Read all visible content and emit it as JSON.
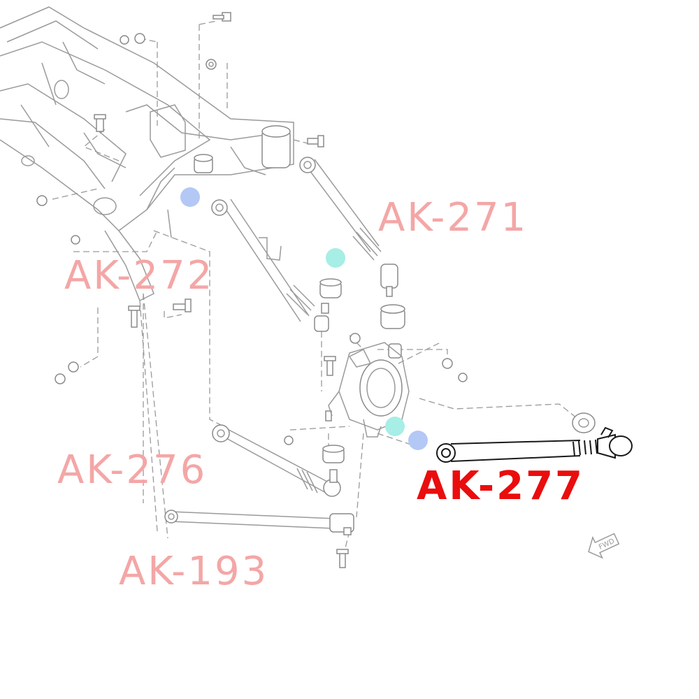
{
  "labels": {
    "ak271": "AK-271",
    "ak272": "AK-272",
    "ak276": "AK-276",
    "ak193": "AK-193",
    "ak277": "AK-277"
  },
  "direction_marker": "FWD",
  "colors": {
    "faded_label": "#f4a6a6",
    "active_label": "#ea0d0d",
    "blue_marker": "#b3c8f5",
    "teal_marker": "#a6eee6",
    "line_art": "#9a9a9a",
    "highlight_part": "#1a1a1a"
  },
  "icons": [
    "fwd-arrow-icon"
  ]
}
